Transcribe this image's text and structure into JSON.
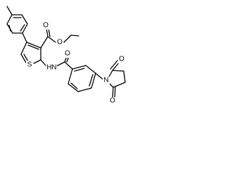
{
  "molecule": {
    "atoms": [
      {
        "id": "s1",
        "element": "S"
      },
      {
        "id": "o_ester_carbonyl",
        "element": "O"
      },
      {
        "id": "o_ester_ether",
        "element": "O"
      },
      {
        "id": "n_amide",
        "element": "N"
      },
      {
        "id": "h_amide",
        "element": "H"
      },
      {
        "id": "o_amide",
        "element": "O"
      },
      {
        "id": "n_imide",
        "element": "N"
      },
      {
        "id": "o_imide_upper",
        "element": "O"
      },
      {
        "id": "o_imide_lower",
        "element": "O"
      }
    ]
  }
}
